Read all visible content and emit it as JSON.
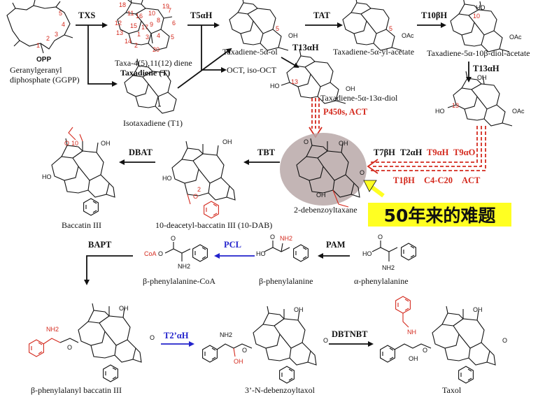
{
  "labels": {
    "ggpp_opp": "OPP",
    "ggpp_name1": "Geranylgeranyl",
    "ggpp_name2": "diphosphate (GGPP)",
    "taxadiene_name1": "Taxa-4(5),11(12) diene",
    "taxadiene_name2": "Taxadiene (T)",
    "isotaxadiene": "Isotaxadiene (T1)",
    "taxadienol": "Taxadiene-5α-ol",
    "taxadienyl_acetate": "Taxadiene-5α-yl-acetate",
    "diol_acetate": "Taxadiene-5α-10β-diol-acetate",
    "diol13": "Taxadiene-5α-13α-diol",
    "oct": "OCT, iso-OCT",
    "debenzoyltaxane": "2-debenzoyltaxane",
    "dab": "10-deacetyl-baccatin III (10-DAB)",
    "baccatin": "Baccatin III",
    "phe_coa": "β-phenylalanine-CoA",
    "b_phe": "β-phenylalanine",
    "a_phe": "α-phenylalanine",
    "phe_baccatin": "β-phenylalanyl baccatin III",
    "debenzoyltaxol": "3’-N-debenzoyltaxol",
    "taxol": "Taxol",
    "callout": "50年来的难题"
  },
  "enzymes": {
    "txs": "TXS",
    "t5ah": "T5αH",
    "tat": "TAT",
    "t10bh": "T10βH",
    "t13ah_a": "T13αH",
    "t13ah_b": "T13αH",
    "p450": "P450s, ACT",
    "t7bh": "T7βH",
    "t2ah": "T2αH",
    "t9ah": "T9αH",
    "t9ao": "T9αO",
    "t1bh": "T1βH",
    "c4c20": "C4-C20",
    "act": "ACT",
    "tbt": "TBT",
    "dbat": "DBAT",
    "bapt": "BAPT",
    "pcl": "PCL",
    "pam": "PAM",
    "t2ah2": "T2’αH",
    "dbtnbt": "DBTNBT"
  },
  "atoms": {
    "oh": "OH",
    "ho": "HO",
    "oac": "OAc",
    "o": "O",
    "nh2": "NH2",
    "nh": "NH",
    "coa": "CoA"
  },
  "ring_numbers": [
    "1",
    "2",
    "3",
    "4",
    "5",
    "7",
    "8",
    "9",
    "10",
    "11",
    "12",
    "13",
    "14",
    "15",
    "16",
    "17",
    "18",
    "19",
    "20",
    "6"
  ],
  "colors": {
    "black": "#111111",
    "red": "#d42a1e",
    "blue": "#2222cc",
    "highlight": "#ffff22",
    "ellipse": "#b8a8a8"
  }
}
